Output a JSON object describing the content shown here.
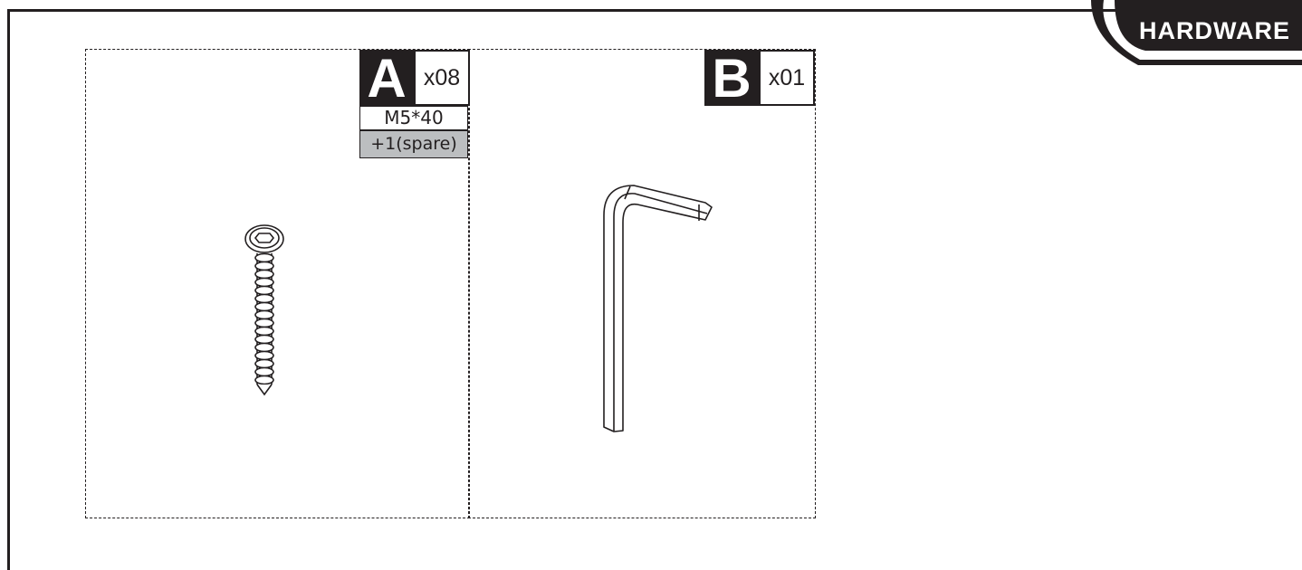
{
  "section_tab": {
    "label": "HARDWARE"
  },
  "parts": [
    {
      "letter": "A",
      "quantity": "x08",
      "size": "M5*40",
      "spare": "+1(spare)",
      "icon": "screw-icon"
    },
    {
      "letter": "B",
      "quantity": "x01",
      "icon": "allen-key-icon"
    }
  ],
  "colors": {
    "ink": "#231f20",
    "spare_fill": "#bcbec0",
    "tab_fill": "#231f20"
  }
}
